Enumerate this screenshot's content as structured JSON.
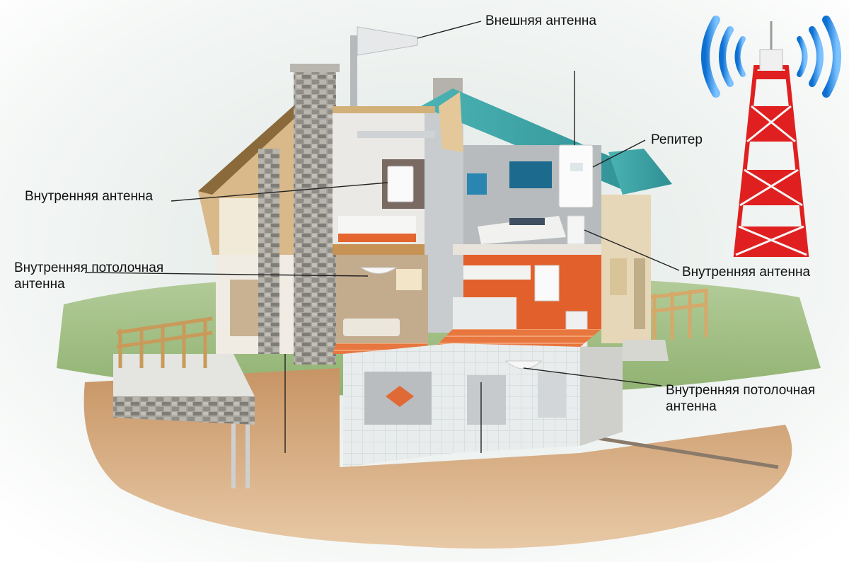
{
  "labels": {
    "external_antenna": "Внешняя антенна",
    "repeater": "Репитер",
    "indoor_antenna_left": "Внутренняя антенна",
    "indoor_antenna_right": "Внутренняя антенна",
    "ceiling_antenna_left_line1": "Внутренняя потолочная",
    "ceiling_antenna_left_line2": "антенна",
    "ceiling_antenna_right_line1": "Внутренняя потолочная",
    "ceiling_antenna_right_line2": "антенна"
  },
  "colors": {
    "signal_waves": "#1e88e5",
    "tower_red": "#e02020",
    "tower_white": "#f4f4f4",
    "roof": "#3fa8a8",
    "accent_orange": "#e8582a",
    "ground": "#c98d5a",
    "grass": "#8fb36a",
    "stone": "#9c9a92"
  },
  "icons": [
    "cell-tower-icon",
    "signal-waves-icon"
  ]
}
